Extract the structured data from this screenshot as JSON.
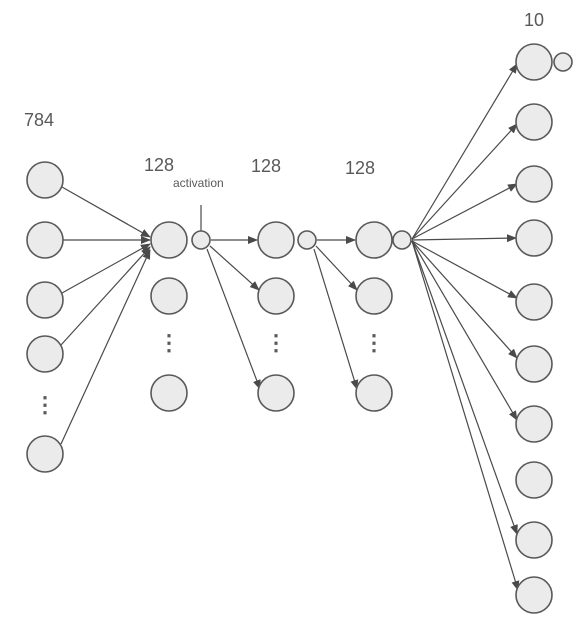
{
  "labels": {
    "input_layer": "784",
    "hidden_1": "128",
    "hidden_2": "128",
    "hidden_3": "128",
    "output_layer": "10",
    "activation": "activation",
    "ellipsis": "⋮"
  }
}
